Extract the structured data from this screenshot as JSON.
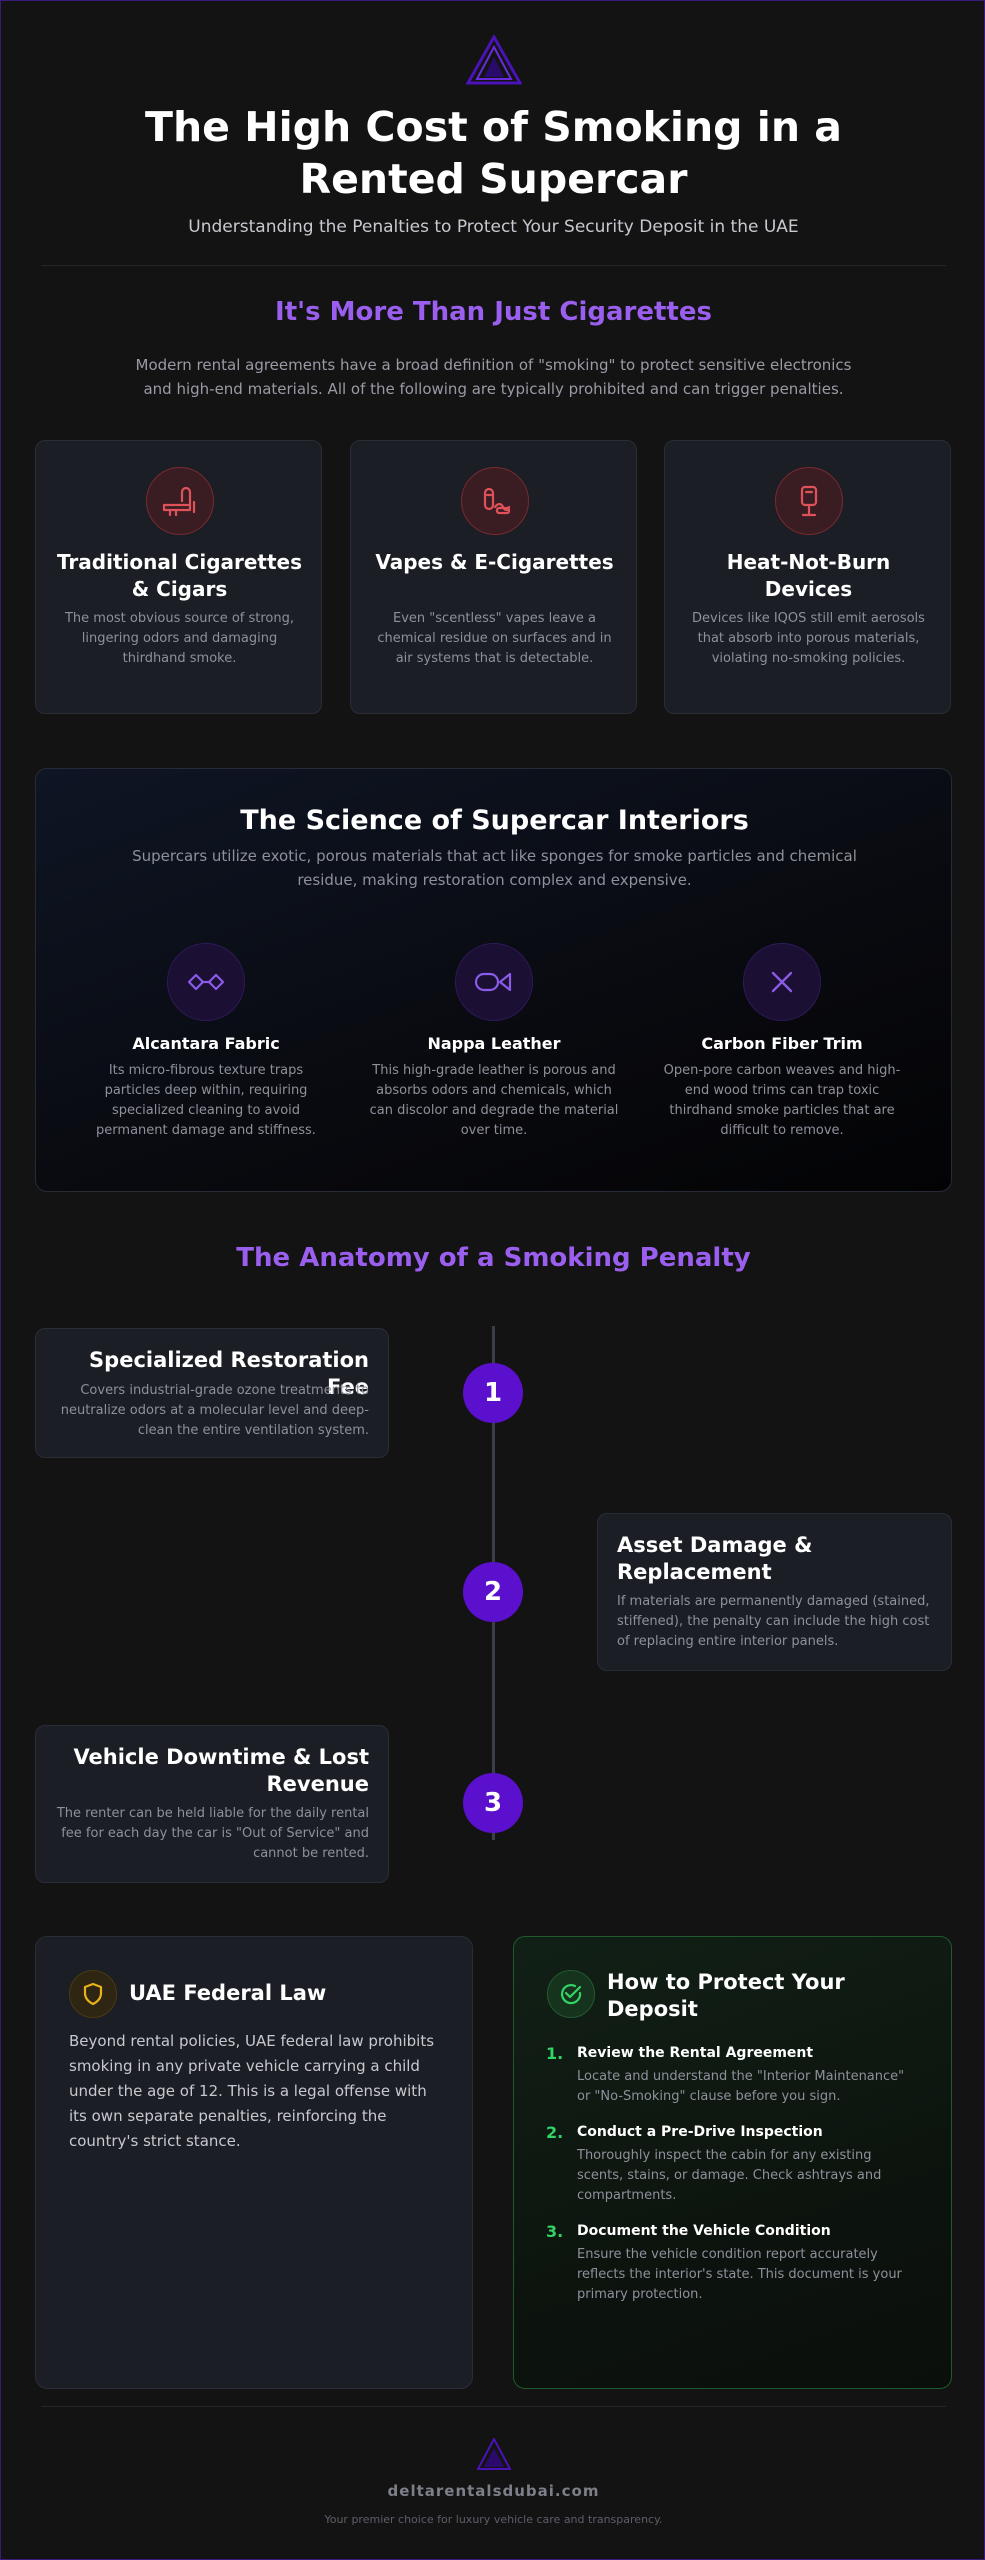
{
  "header": {
    "title": "The High Cost of Smoking in a Rented Supercar",
    "subtitle": "Understanding the Penalties to Protect Your Security Deposit in the UAE"
  },
  "types": {
    "heading": "It's More Than Just Cigarettes",
    "intro": "Modern rental agreements have a broad definition of \"smoking\" to protect sensitive electronics and high-end materials. All of the following are typically prohibited and can trigger penalties.",
    "cards": [
      {
        "title": "Traditional Cigarettes & Cigars",
        "desc": "The most obvious source of strong, lingering odors and damaging thirdhand smoke.",
        "icon": "cigarette-icon"
      },
      {
        "title": "Vapes & E-Cigarettes",
        "desc": "Even \"scentless\" vapes leave a chemical residue on surfaces and in air systems that is detectable.",
        "icon": "vape-icon"
      },
      {
        "title": "Heat-Not-Burn Devices",
        "desc": "Devices like IQOS still emit aerosols that absorb into porous materials, violating no-smoking policies.",
        "icon": "heat-device-icon"
      }
    ]
  },
  "science": {
    "title": "The Science of Supercar Interiors",
    "intro": "Supercars utilize exotic, porous materials that act like sponges for smoke particles and chemical residue, making restoration complex and expensive.",
    "materials": [
      {
        "title": "Alcantara Fabric",
        "desc": "Its micro-fibrous texture traps particles deep within, requiring specialized cleaning to avoid permanent damage and stiffness.",
        "icon": "fabric-weave-icon"
      },
      {
        "title": "Nappa Leather",
        "desc": "This high-grade leather is porous and absorbs odors and chemicals, which can discolor and degrade the material over time.",
        "icon": "leather-icon"
      },
      {
        "title": "Carbon Fiber Trim",
        "desc": "Open-pore carbon weaves and high-end wood trims can trap toxic thirdhand smoke particles that are difficult to remove.",
        "icon": "carbon-fiber-icon"
      }
    ]
  },
  "anatomy": {
    "heading": "The Anatomy of a Smoking Penalty",
    "steps": [
      {
        "num": "1",
        "title": "Specialized Restoration Fee",
        "desc": "Covers industrial-grade ozone treatments to neutralize odors at a molecular level and deep-clean the entire ventilation system."
      },
      {
        "num": "2",
        "title": "Asset Damage & Replacement",
        "desc": "If materials are permanently damaged (stained, stiffened), the penalty can include the high cost of replacing entire interior panels."
      },
      {
        "num": "3",
        "title": "Vehicle Downtime & Lost Revenue",
        "desc": "The renter can be held liable for the daily rental fee for each day the car is \"Out of Service\" and cannot be rented."
      }
    ]
  },
  "law": {
    "title": "UAE Federal Law",
    "text": "Beyond rental policies, UAE federal law prohibits smoking in any private vehicle carrying a child under the age of 12. This is a legal offense with its own separate penalties, reinforcing the country's strict stance.",
    "icon": "shield-icon"
  },
  "protect": {
    "title": "How to Protect Your Deposit",
    "icon": "check-circle-icon",
    "steps": [
      {
        "num": "1.",
        "title": "Review the Rental Agreement",
        "desc": "Locate and understand the \"Interior Maintenance\" or \"No-Smoking\" clause before you sign."
      },
      {
        "num": "2.",
        "title": "Conduct a Pre-Drive Inspection",
        "desc": "Thoroughly inspect the cabin for any existing scents, stains, or damage. Check ashtrays and compartments."
      },
      {
        "num": "3.",
        "title": "Document the Vehicle Condition",
        "desc": "Ensure the vehicle condition report accurately reflects the interior's state. This document is your primary protection."
      }
    ]
  },
  "footer": {
    "site": "deltarentalsdubai.com",
    "tagline": "Your premier choice for luxury vehicle care and transparency."
  },
  "colors": {
    "accent_purple": "#9b5ff0",
    "timeline_dot": "#5a10cc",
    "warning_red": "#e0525a",
    "success_green": "#33d466",
    "law_gold": "#e8b21c"
  }
}
